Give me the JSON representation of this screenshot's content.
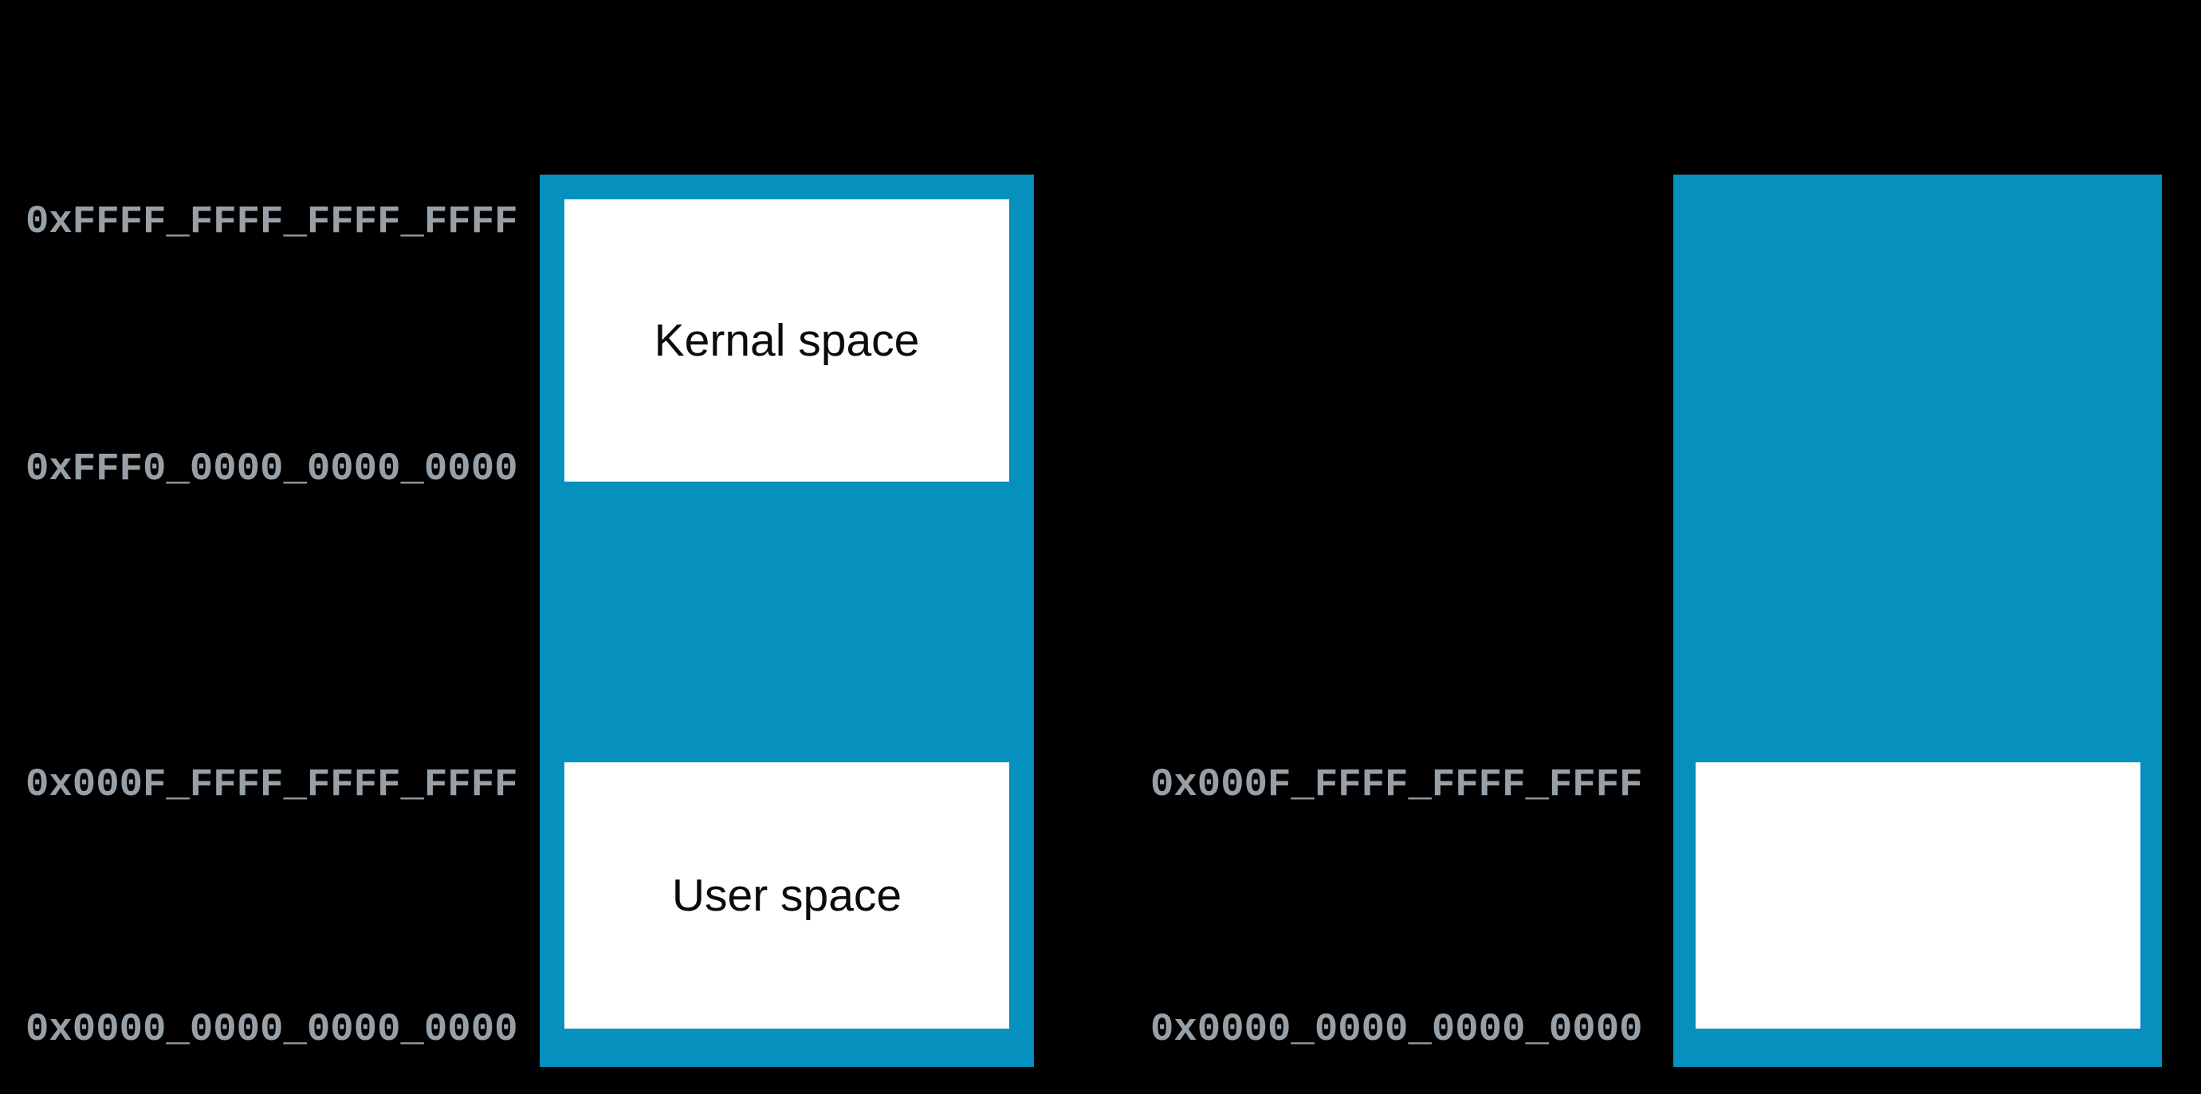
{
  "diagram": {
    "description": "Virtual address space layout, two memory columns",
    "colors": {
      "background": "#000000",
      "column_blue": "#0590BE",
      "region_white": "#FFFFFF",
      "address_text_gray": "#97A0A7",
      "region_label_black": "#0b0b0b"
    },
    "left_column": {
      "addr_max": "0xFFFF_FFFF_FFFF_FFFF",
      "addr_kernel_base": "0xFFF0_0000_0000_0000",
      "addr_user_top": "0x000F_FFFF_FFFF_FFFF",
      "addr_zero": "0x0000_0000_0000_0000",
      "kernel_region_label": "Kernal space",
      "user_region_label": "User space"
    },
    "right_column": {
      "addr_user_top": "0x000F_FFFF_FFFF_FFFF",
      "addr_zero": "0x0000_0000_0000_0000"
    }
  }
}
